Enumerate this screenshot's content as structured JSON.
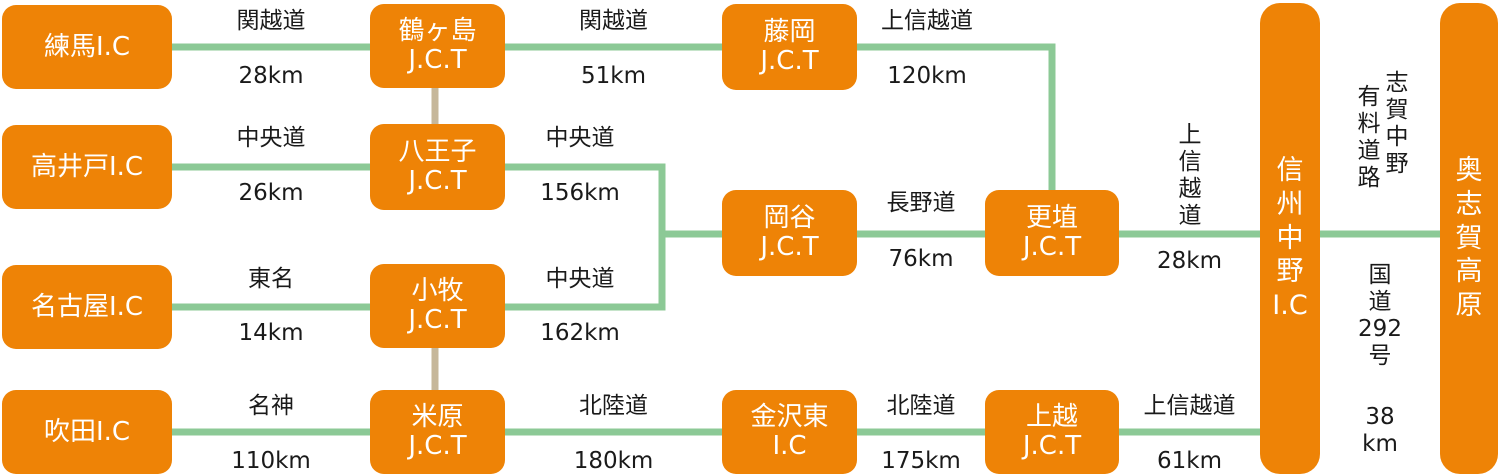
{
  "colors": {
    "node": "#ee8306",
    "road": "#8cc996",
    "connector": "#c6b79a",
    "text": "#1a1a1a"
  },
  "nodes": {
    "nerima": "練馬I.C",
    "takaido": "高井戸I.C",
    "nagoya": "名古屋I.C",
    "suita": "吹田I.C",
    "tsurugashima": {
      "name": "鶴ヶ島",
      "type": "J.C.T"
    },
    "hachioji": {
      "name": "八王子",
      "type": "J.C.T"
    },
    "komaki": {
      "name": "小牧",
      "type": "J.C.T"
    },
    "maibara": {
      "name": "米原",
      "type": "J.C.T"
    },
    "fujioka": {
      "name": "藤岡",
      "type": "J.C.T"
    },
    "okaya": {
      "name": "岡谷",
      "type": "J.C.T"
    },
    "kanazawa_higashi": {
      "name": "金沢東",
      "type": "I.C"
    },
    "koshoku": {
      "name": "更埴",
      "type": "J.C.T"
    },
    "joetsu": {
      "name": "上越",
      "type": "J.C.T"
    },
    "shinshu_nakano": {
      "name": [
        "信",
        "州",
        "中",
        "野"
      ],
      "type": "I.C"
    },
    "okushiga": [
      "奥",
      "志",
      "賀",
      "高",
      "原"
    ]
  },
  "routes": {
    "nerima_tsurugashima": {
      "road": "関越道",
      "dist": "28km"
    },
    "takaido_hachioji": {
      "road": "中央道",
      "dist": "26km"
    },
    "nagoya_komaki": {
      "road": "東名",
      "dist": "14km"
    },
    "suita_maibara": {
      "road": "名神",
      "dist": "110km"
    },
    "tsurugashima_fujioka": {
      "road": "関越道",
      "dist": "51km"
    },
    "fujioka_koshoku": {
      "road": "上信越道",
      "dist": "120km"
    },
    "hachioji_okaya": {
      "road": "中央道",
      "dist": "156km"
    },
    "komaki_okaya": {
      "road": "中央道",
      "dist": "162km"
    },
    "okaya_koshoku": {
      "road": "長野道",
      "dist": "76km"
    },
    "koshoku_nakano": {
      "road": [
        "上",
        "信",
        "越",
        "道"
      ],
      "dist": "28km"
    },
    "maibara_kanazawa": {
      "road": "北陸道",
      "dist": "180km"
    },
    "kanazawa_joetsu": {
      "road": "北陸道",
      "dist": "175km"
    },
    "joetsu_nakano": {
      "road": "上信越道",
      "dist": "61km"
    },
    "nakano_okushiga_toll": {
      "col1": [
        "有",
        "料",
        "道",
        "路"
      ],
      "col2": [
        "志",
        "賀",
        "中",
        "野"
      ]
    },
    "nakano_okushiga_national": {
      "lines": [
        "国",
        "道",
        "292",
        "号"
      ],
      "dist_lines": [
        "38",
        "km"
      ]
    }
  }
}
